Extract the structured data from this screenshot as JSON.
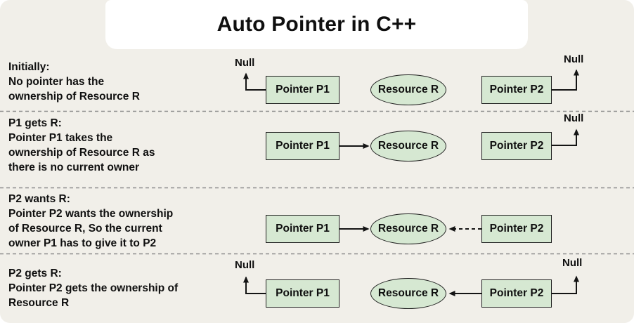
{
  "title": "Auto Pointer in C++",
  "nodes": {
    "pointer_p1": "Pointer P1",
    "resource": "Resource R",
    "pointer_p2": "Pointer P2",
    "null_label": "Null"
  },
  "rows": [
    {
      "heading": "Initially:",
      "lines": [
        "No pointer has the",
        "ownership of Resource R"
      ]
    },
    {
      "heading": "P1 gets R:",
      "lines": [
        "Pointer P1 takes the",
        "ownership of Resource R as",
        "there is no current owner"
      ]
    },
    {
      "heading": "P2 wants R:",
      "lines": [
        "Pointer P2 wants the ownership",
        "of Resource R, So the current",
        "owner P1 has to give it to P2"
      ]
    },
    {
      "heading": "P2 gets R:",
      "lines": [
        "Pointer P2 gets the ownership of",
        "Resource R"
      ]
    }
  ],
  "colors": {
    "background": "#f1efe9",
    "panel": "#ffffff",
    "node_fill": "#d6e8d2",
    "node_border": "#1f1f1f",
    "text": "#0f0f0f",
    "arrow": "#141414",
    "separator": "#8c8c8c"
  }
}
